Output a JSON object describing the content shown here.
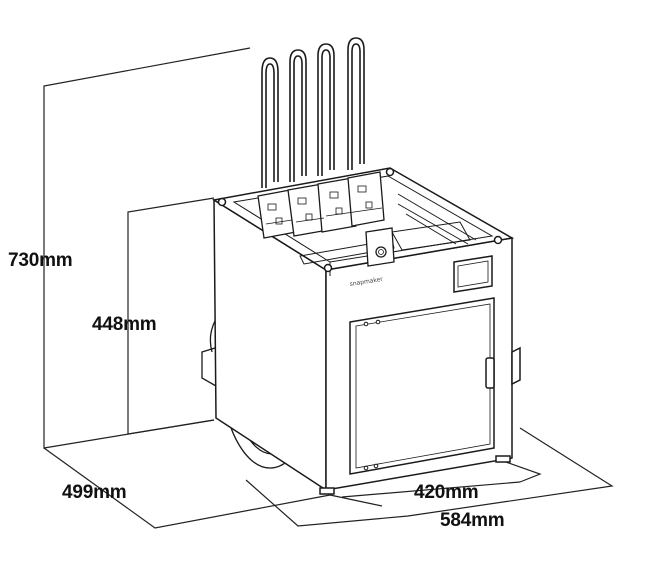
{
  "dimensions": {
    "total_height": "730mm",
    "body_height": "448mm",
    "depth": "499mm",
    "body_width": "420mm",
    "total_width": "584mm"
  },
  "product": {
    "brand_text": "snapmaker"
  },
  "colors": {
    "line": "#1a1a1a",
    "dimension_line": "#222222",
    "background": "#ffffff"
  }
}
